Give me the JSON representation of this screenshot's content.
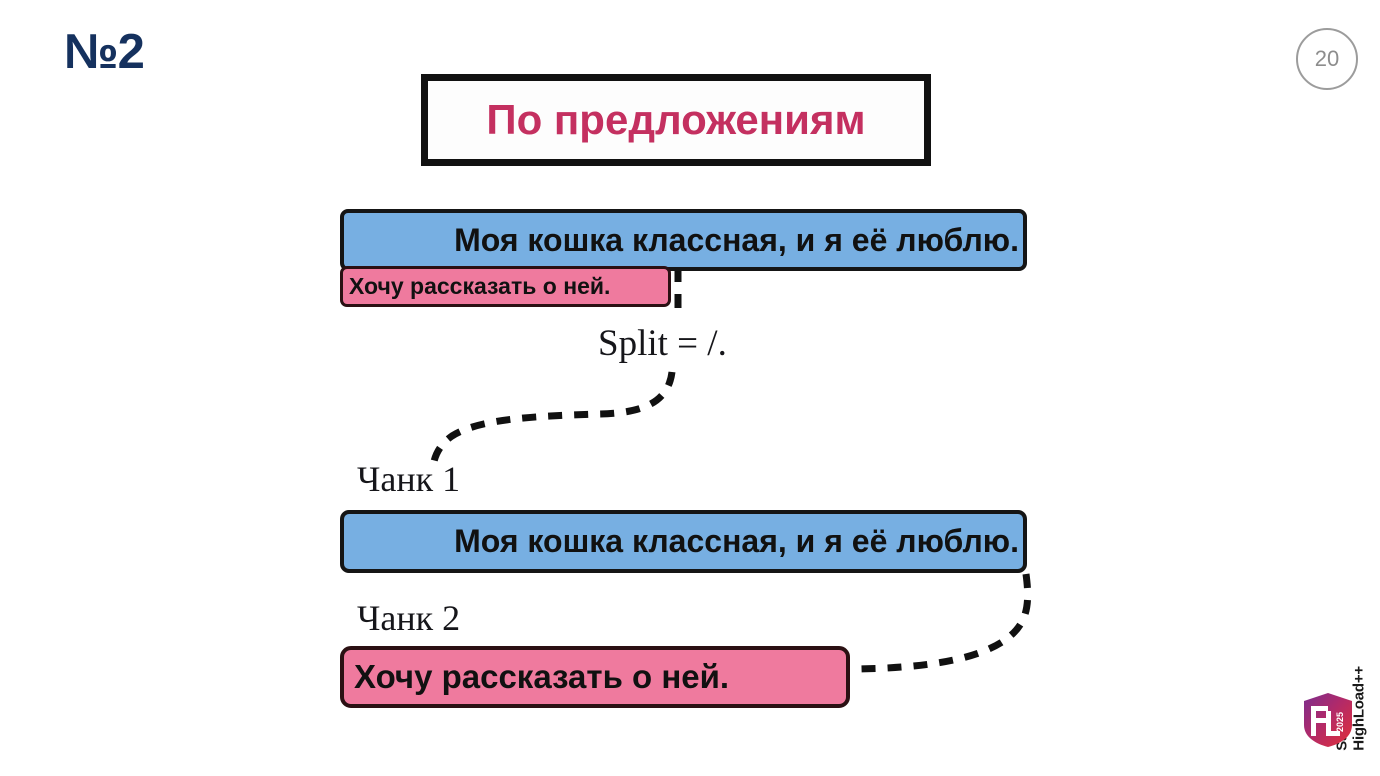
{
  "slide": {
    "number_label": "№2",
    "page_badge": "20",
    "accent_dark_blue": "#15315e",
    "background": "#ffffff"
  },
  "title": {
    "text": "По предложениям",
    "color": "#c43060",
    "border_color": "#111111"
  },
  "diagram": {
    "source_group": {
      "sentence_1": "Моя кошка классная, и я её люблю.",
      "sentence_2": "Хочу рассказать о ней."
    },
    "split_annotation": "Split = /.",
    "chunks": [
      {
        "label": "Чанк 1",
        "text": "Моя кошка классная, и я её люблю.",
        "color": "#77afe2",
        "color_name": "blue"
      },
      {
        "label": "Чанк 2",
        "text": "Хочу рассказать о ней.",
        "color": "#ef7a9e",
        "color_name": "pink"
      }
    ],
    "connector_style": "dashed"
  },
  "brand": {
    "line1": "Saint",
    "line2": "HighLoad++",
    "shield_year": "2025",
    "shield_monogram": "HL"
  }
}
